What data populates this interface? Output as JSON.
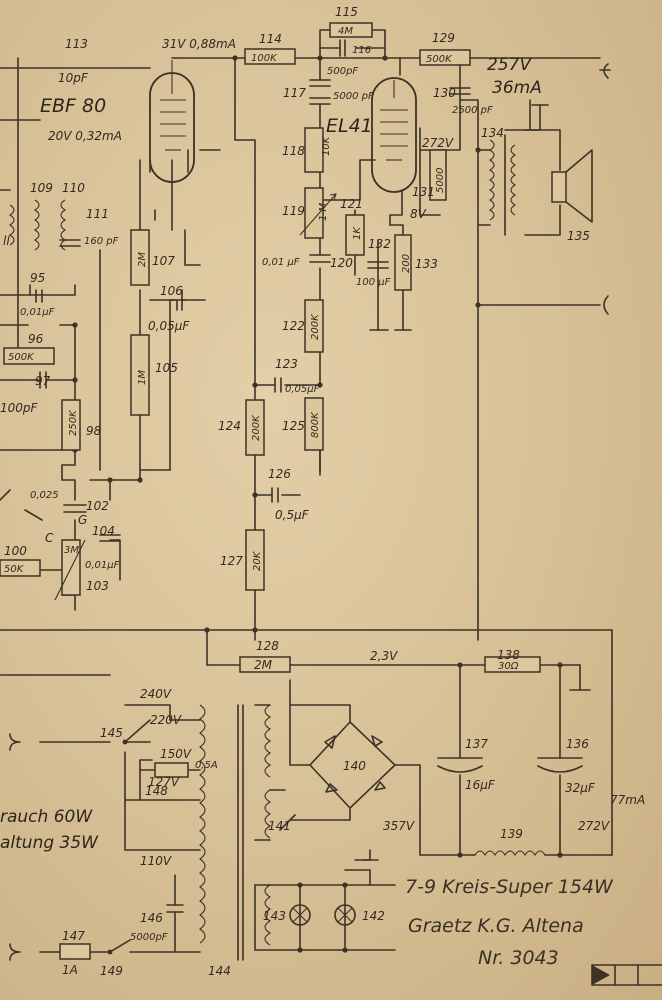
{
  "tubes": {
    "v1": "EBF 80",
    "v2": "EL41"
  },
  "parts": {
    "c113": "113",
    "c113_val": "10pF",
    "r114": "114",
    "r114_val": "100K",
    "r115": "115",
    "r115_val": "4M",
    "c116": "116",
    "c116_val": "500pF",
    "c117": "117",
    "c117_val": "5000 pF",
    "r118": "118",
    "r118_val": "10K",
    "r119": "119",
    "r119_val": "1 M",
    "c120": "120",
    "c120_val": "0,01 µF",
    "r121": "121",
    "r121_val": "1K",
    "r122": "122",
    "r122_val": "200K",
    "c123": "123",
    "c123_val": "0,05µF",
    "r124": "124",
    "r124_val": "200K",
    "r125": "125",
    "r125_val": "800K",
    "c126": "126",
    "c126_val": "0,5µF",
    "r127": "127",
    "r127_val": "20K",
    "r128": "128",
    "r128_val": "2M",
    "r129": "129",
    "r129_val": "500K",
    "c130": "130",
    "c130_val": "2500 pF",
    "c131": "131",
    "c131_val": "5000",
    "r132": "132",
    "r132_val": "200",
    "c133": "133",
    "c133_val": "100 µF",
    "t134": "134",
    "s135": "135",
    "c136": "136",
    "c136_val": "32µF",
    "c137": "137",
    "c137_val": "16µF",
    "r138": "138",
    "r138_val": "30Ω",
    "l139": "139",
    "b140": "140",
    "f141": "141",
    "l142": "142",
    "l143": "143",
    "t144": "144",
    "s145": "145",
    "c146": "146",
    "c146_val": "5000pF",
    "f147": "147",
    "f147_val": "1A",
    "f148": "148",
    "f148_val": "0,5A",
    "s149": "149",
    "r95": "95",
    "r95_val": "0,01µF",
    "r96": "96",
    "r96_val": "500K",
    "c97": "97",
    "c97_val": "100pF",
    "r98": "98",
    "r98_val": "250K",
    "r100": "100",
    "r100_val": "50K",
    "c102": "102",
    "c102_val": "0,025",
    "r103": "103",
    "r103_val": "3M",
    "c104": "104",
    "c104_val": "0,01µF",
    "r105": "105",
    "r105_val": "1M",
    "c106": "106",
    "c106_val": "0,05µF",
    "r107": "107",
    "r107_val": "2M",
    "l109": "109",
    "l110": "110",
    "c111": "111",
    "c111_val": "160 pF"
  },
  "voltages": {
    "v1_plate": "31V 0,88mA",
    "v1_cathode": "20V 0,32mA",
    "hv": "257V",
    "hv_current": "36mA",
    "screen": "272V",
    "bias": "8V",
    "heater": "2,3V",
    "t240": "240V",
    "t220": "220V",
    "t150": "150V",
    "t127": "127V",
    "t110": "110V",
    "rect": "357V",
    "filt": "272V",
    "filt_current": "77mA"
  },
  "misc": {
    "g": "G",
    "c": "C",
    "ll": "ll"
  },
  "power": {
    "line1": "rauch 60W",
    "line2": "altung 35W"
  },
  "footer": {
    "line1": "7-9 Kreis-Super 154W",
    "line2": "Graetz K.G. Altena",
    "line3": "Nr. 3043"
  }
}
